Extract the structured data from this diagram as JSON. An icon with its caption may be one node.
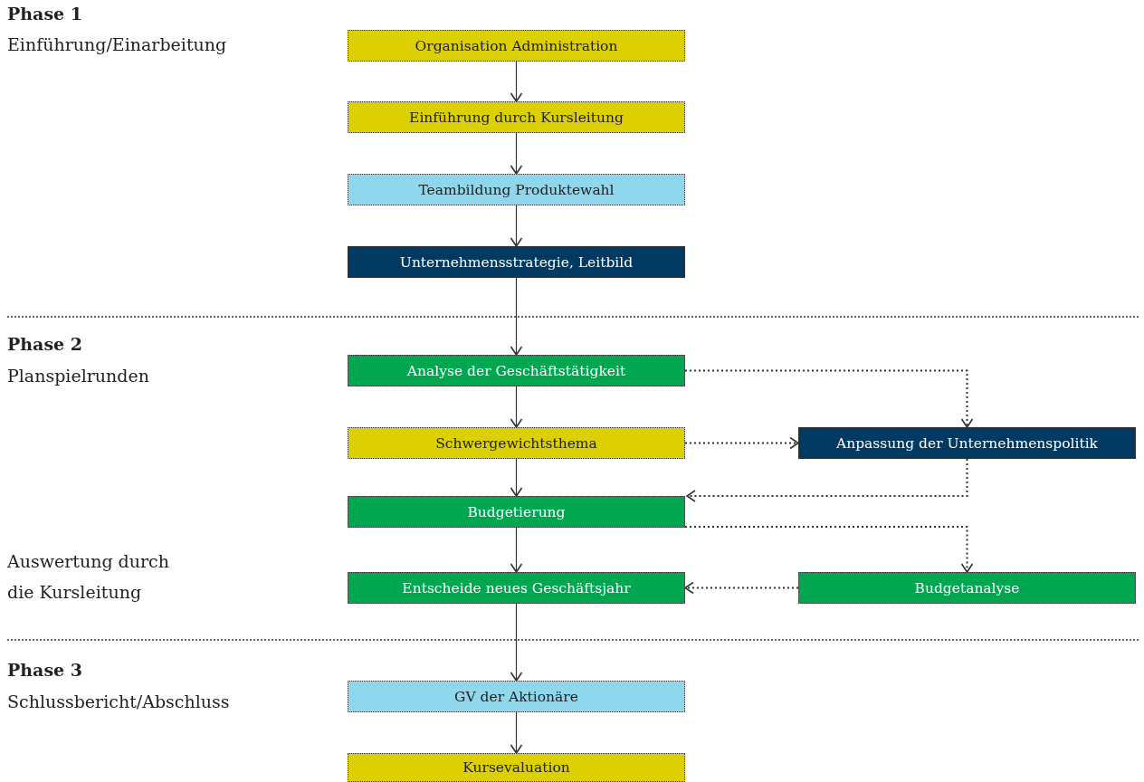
{
  "diagram": {
    "nodes": [
      {
        "text": [
          "Organisation Administration"
        ]
      },
      {
        "text": [
          "Einführung durch Kursleitung"
        ]
      },
      {
        "text": [
          "Teambildung Produktewahl"
        ]
      },
      {
        "text": [
          "Unternehmensstrategie, Leitbild"
        ]
      },
      {
        "text": [
          "Analyse der Geschäftstätigkeit"
        ]
      },
      {
        "text": [
          "Schwergewichtsthema"
        ]
      },
      {
        "text": [
          "Anpassung der Unternehmenspolitik"
        ]
      },
      {
        "text": [
          "Budgetierung"
        ]
      },
      {
        "text": [
          "Entscheide neues Geschäftsjahr"
        ]
      },
      {
        "text": [
          "Budgetanalyse"
        ]
      },
      {
        "text": [
          "GV der Aktionäre"
        ]
      },
      {
        "text": [
          "Kursevaluation"
        ]
      }
    ],
    "edges": [
      {
        "from": 0,
        "to": 1,
        "arrow": "to"
      },
      {
        "from": 1,
        "to": 2,
        "arrow": "to"
      },
      {
        "from": 2,
        "to": 3,
        "arrow": "to"
      },
      {
        "from": 3,
        "to": 4,
        "arrow": "to"
      },
      {
        "from": 4,
        "to": 5,
        "arrow": "to"
      },
      {
        "from": 4,
        "to": 6,
        "arrow": "to",
        "style": "dashed"
      },
      {
        "from": 5,
        "to": 6,
        "arrow": "to",
        "style": "dashed"
      },
      {
        "from": 6,
        "to": 7,
        "arrow": "to",
        "style": "dashed"
      },
      {
        "from": 5,
        "to": 7,
        "arrow": "to"
      },
      {
        "from": 7,
        "to": 8,
        "arrow": "to"
      },
      {
        "from": 7,
        "to": 9,
        "arrow": "to",
        "style": "dashed"
      },
      {
        "from": 9,
        "to": 8,
        "arrow": "to",
        "style": "dashed"
      },
      {
        "from": 8,
        "to": 10,
        "arrow": "to"
      },
      {
        "from": 10,
        "to": 11,
        "arrow": "to"
      }
    ],
    "labels": [
      "Phase 1",
      "Einführung/Einarbeitung",
      "Phase 2",
      "Planspielrunden",
      "Auswertung durch die Kursleitung",
      "Phase 3",
      "Schlussbericht/Abschluss"
    ]
  }
}
